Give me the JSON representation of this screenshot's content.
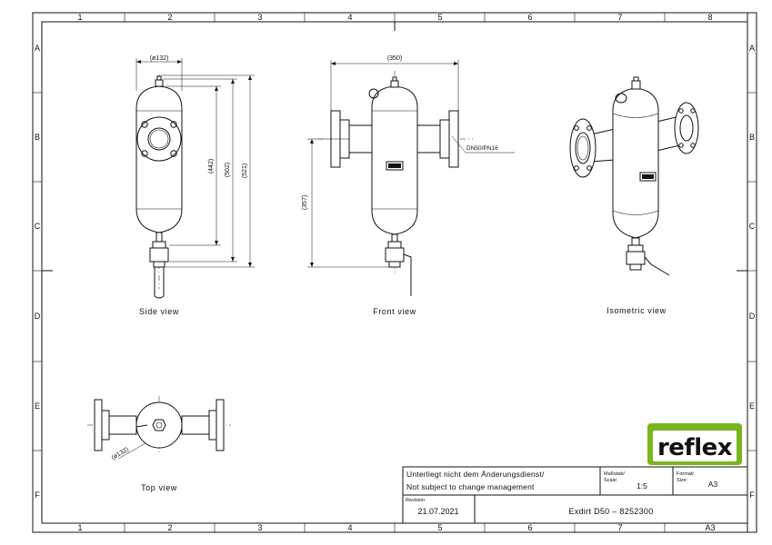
{
  "grid": {
    "columns": [
      "1",
      "2",
      "3",
      "4",
      "5",
      "6",
      "7",
      "8"
    ],
    "rows": [
      "A",
      "B",
      "C",
      "D",
      "E",
      "F"
    ]
  },
  "views": {
    "side": "Side view",
    "front": "Front view",
    "isometric": "Isometric view",
    "top": "Top view"
  },
  "dimensions": {
    "side_width": "(ø132)",
    "side_h1": "(442)",
    "side_h2": "(502)",
    "side_h3": "(521)",
    "front_width": "(350)",
    "front_height": "(357)",
    "connection": "DN50/PN16",
    "top_dia": "(ø132)"
  },
  "logo": {
    "text": "reflex",
    "color": "#7ab51d"
  },
  "title_block": {
    "notice_de": "Unterliegt nicht dem Änderungsdienst/",
    "notice_en": "Not subject to change management",
    "scale_label_de": "Maßstab/",
    "scale_label_en": "Scale:",
    "scale_value": "1:5",
    "format_label_de": "Format/",
    "format_label_en": "Size:",
    "format_value": "A3",
    "revision_label": "Revision",
    "revision_date": "21.07.2021",
    "title": "Exdirt D50  –  8252300",
    "corner_label": "A3"
  }
}
